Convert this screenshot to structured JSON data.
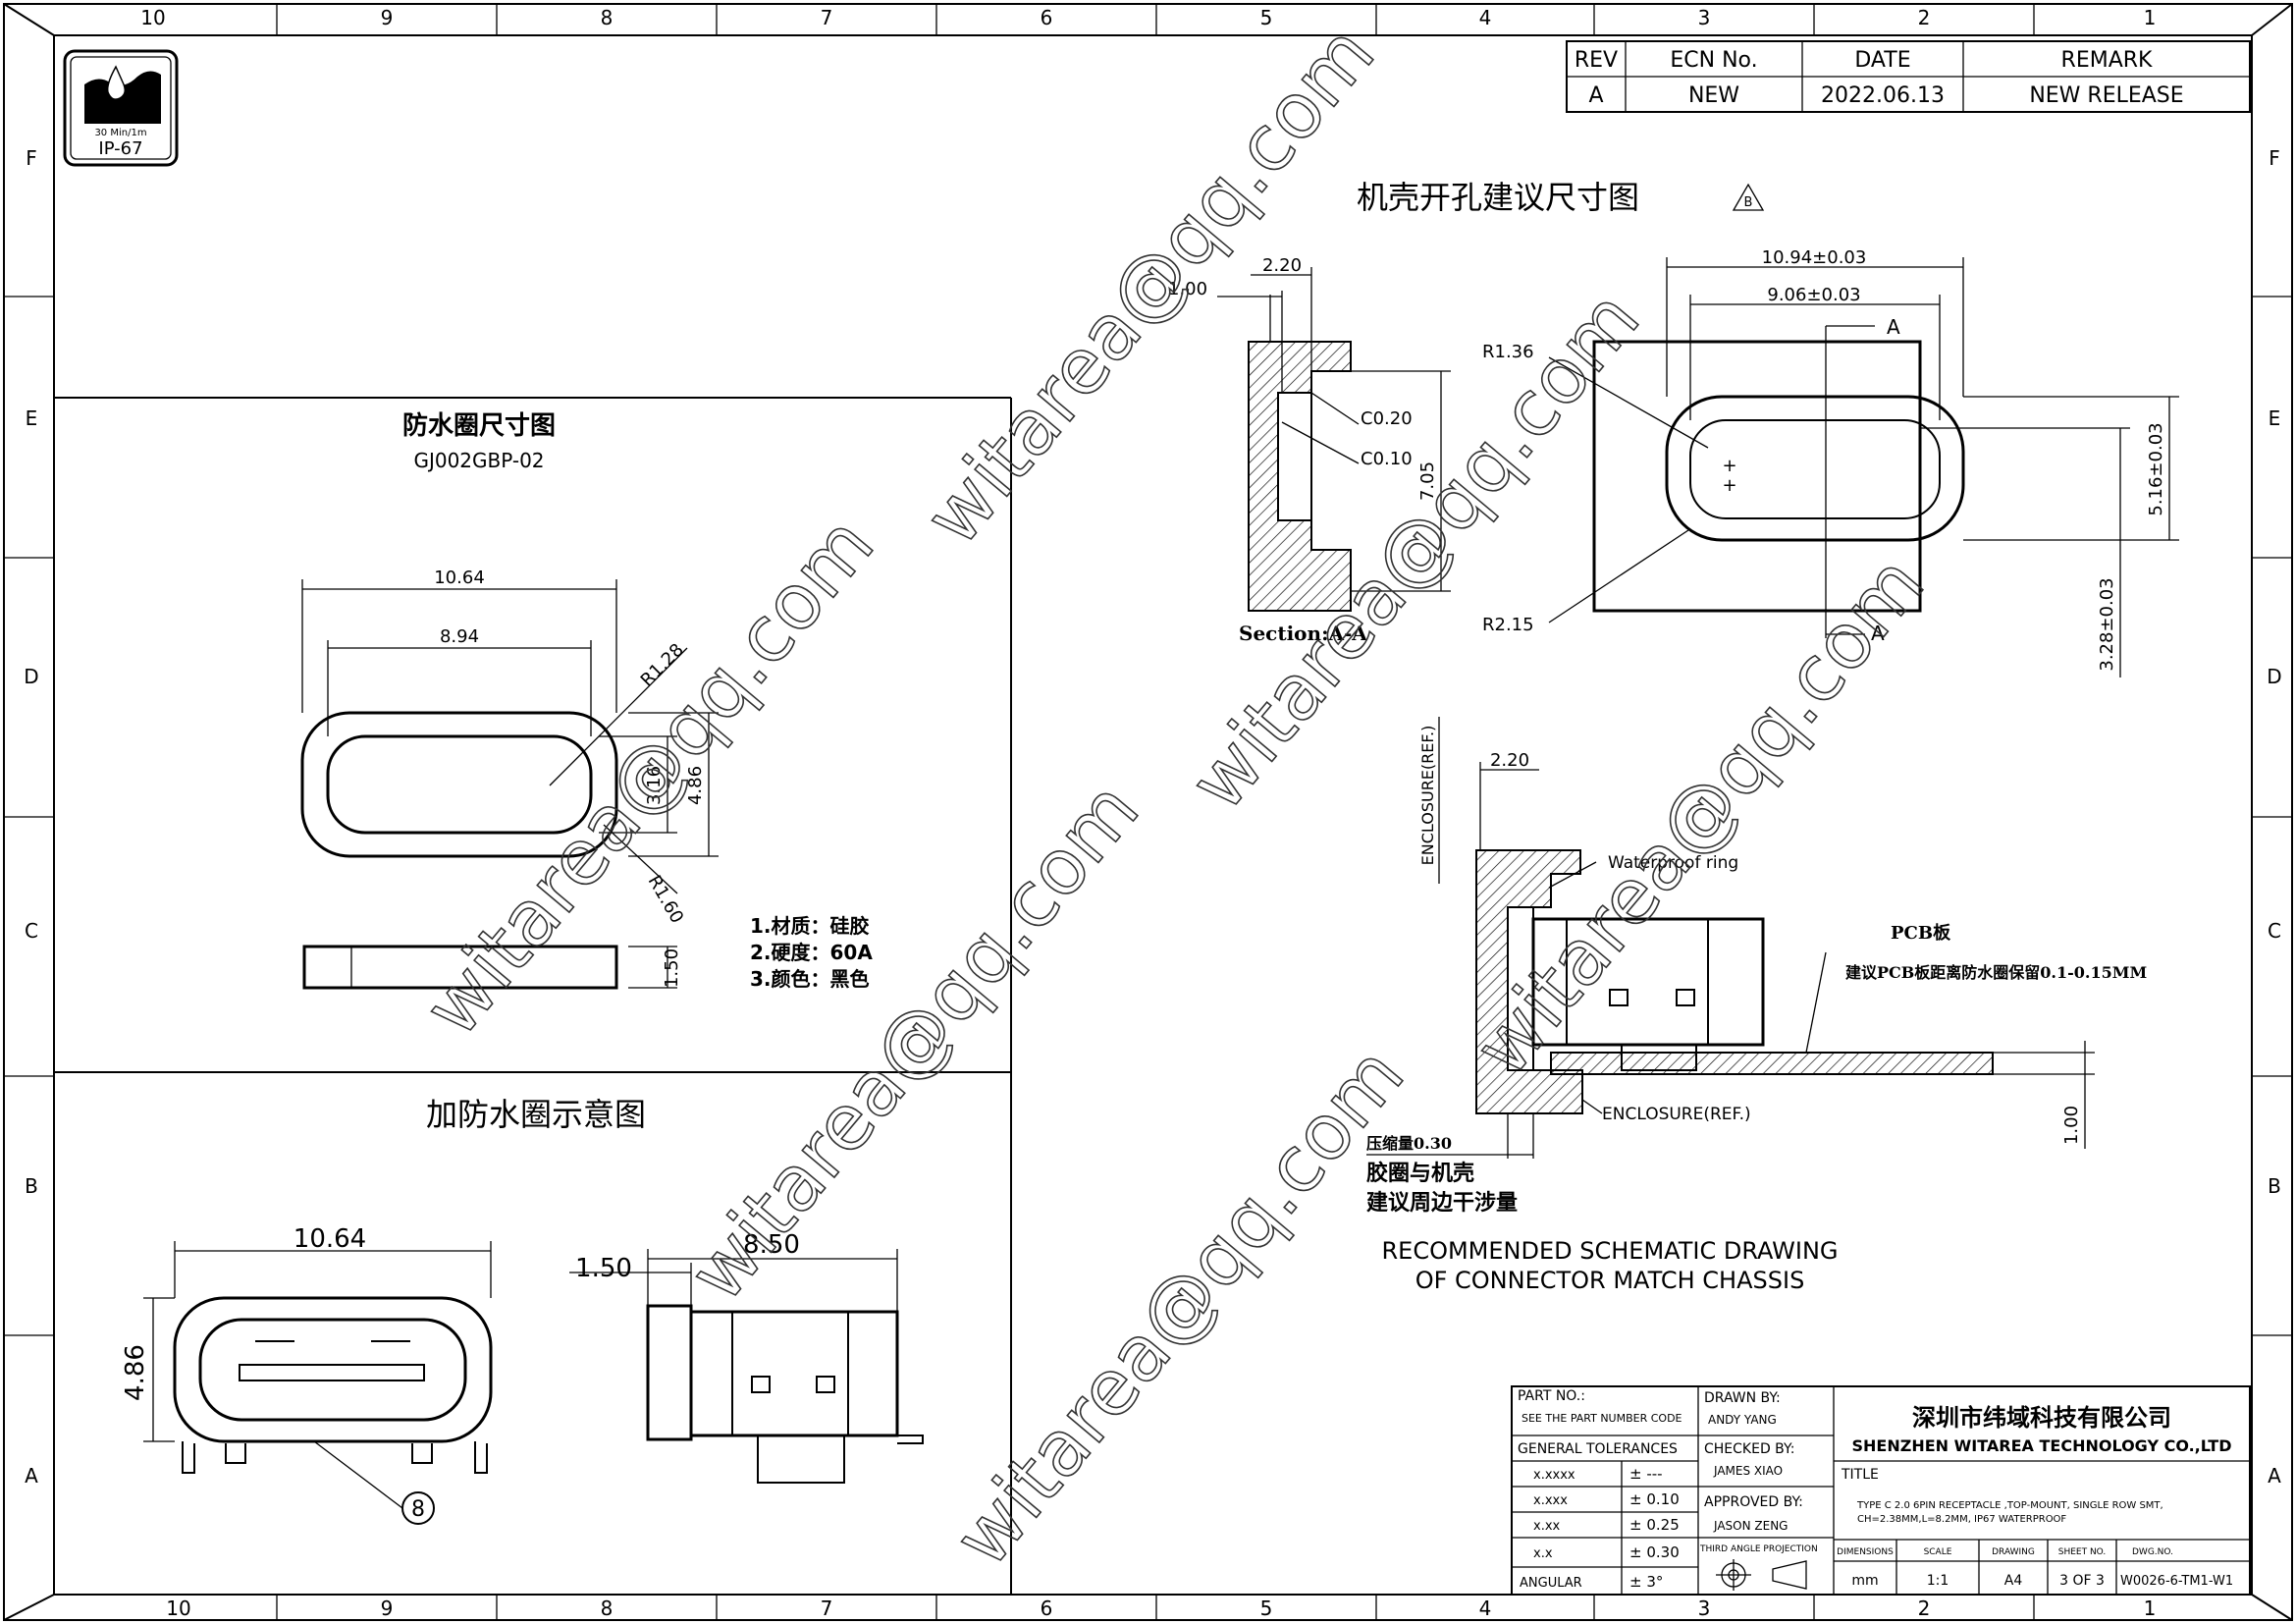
{
  "zones": {
    "top": [
      "10",
      "9",
      "8",
      "7",
      "6",
      "5",
      "4",
      "3",
      "2",
      "1"
    ],
    "bottom": [
      "10",
      "9",
      "8",
      "7",
      "6",
      "5",
      "4",
      "3",
      "2",
      "1"
    ],
    "left": [
      "F",
      "E",
      "D",
      "C",
      "B",
      "A"
    ],
    "right": [
      "F",
      "E",
      "D",
      "C",
      "B",
      "A"
    ]
  },
  "logo": {
    "line1": "30 Min/1m",
    "line2": "IP-67"
  },
  "revision_table": {
    "headers": [
      "REV",
      "ECN No.",
      "DATE",
      "REMARK"
    ],
    "row": [
      "A",
      "NEW",
      "2022.06.13",
      "NEW RELEASE"
    ]
  },
  "panel_gasket": {
    "title": "防水圈尺寸图",
    "part": "GJ002GBP-02",
    "dims": {
      "outer_width": "10.64",
      "inner_width": "8.94",
      "r_inner": "R1.28",
      "inner_height": "3.16",
      "outer_height": "4.86",
      "r_outer": "R1.60",
      "thickness": "1.50"
    },
    "notes": [
      "1.材质：硅胶",
      "2.硬度：60A",
      "3.颜色：黑色"
    ]
  },
  "panel_assembly": {
    "title": "加防水圈示意图",
    "dims": {
      "width": "10.64",
      "height": "4.86",
      "gasket": "1.50",
      "length": "8.50"
    },
    "balloon": "8"
  },
  "panel_cutout": {
    "title": "机壳开孔建议尺寸图",
    "rev_mark": "B",
    "section_dims": {
      "d1": "1.00",
      "d2": "2.20",
      "c1": "C0.20",
      "c2": "C0.10",
      "h": "7.05"
    },
    "section_label": "Section:A-A",
    "front_dims": {
      "w_outer": "10.94±0.03",
      "w_inner": "9.06±0.03",
      "r1": "R1.36",
      "r2": "R2.15",
      "h": "5.16±0.03",
      "offset": "3.28±0.03"
    },
    "section_mark": "A"
  },
  "panel_schematic": {
    "enclosure_label": "ENCLOSURE(REF.)",
    "dim_top": "2.20",
    "waterproof": "Waterproof ring",
    "pcb_title": "PCB板",
    "pcb_note": "建议PCB板距离防水圈保留0.1-0.15MM",
    "enclosure_bottom": "ENCLOSURE(REF.)",
    "compression": "压缩量0.30",
    "note_line1": "胶圈与机壳",
    "note_line2": "建议周边干涉量",
    "pcb_thickness": "1.00",
    "caption_line1": "RECOMMENDED SCHEMATIC DRAWING",
    "caption_line2": "OF CONNECTOR MATCH CHASSIS"
  },
  "title_block": {
    "part_no_label": "PART NO.:",
    "part_no_value": "SEE THE PART NUMBER CODE",
    "drawn_label": "DRAWN BY:",
    "drawn_value": "ANDY YANG",
    "checked_label": "CHECKED BY:",
    "checked_value": "JAMES XIAO",
    "approved_label": "APPROVED BY:",
    "approved_value": "JASON ZENG",
    "tolerances_label": "GENERAL TOLERANCES",
    "tolerances": [
      {
        "fmt": "x.xxxx",
        "val": "± ---"
      },
      {
        "fmt": "x.xxx",
        "val": "± 0.10"
      },
      {
        "fmt": "x.xx",
        "val": "± 0.25"
      },
      {
        "fmt": "x.x",
        "val": "± 0.30"
      },
      {
        "fmt": "ANGULAR",
        "val": "± 3°"
      }
    ],
    "projection_label": "THIRD ANGLE PROJECTION",
    "company_cn": "深圳市纬域科技有限公司",
    "company_en": "SHENZHEN WITAREA TECHNOLOGY CO.,LTD",
    "title_label": "TITLE",
    "title_line1": "TYPE C 2.0 6PIN RECEPTACLE ,TOP-MOUNT, SINGLE ROW SMT,",
    "title_line2": "CH=2.38MM,L=8.2MM, IP67 WATERPROOF",
    "columns": [
      "DIMENSIONS",
      "SCALE",
      "DRAWING",
      "SHEET NO.",
      "DWG.NO."
    ],
    "values": [
      "mm",
      "1:1",
      "A4",
      "3 OF 3",
      "W0026-6-TM1-W1"
    ]
  },
  "watermark": "witarea@qq.com"
}
